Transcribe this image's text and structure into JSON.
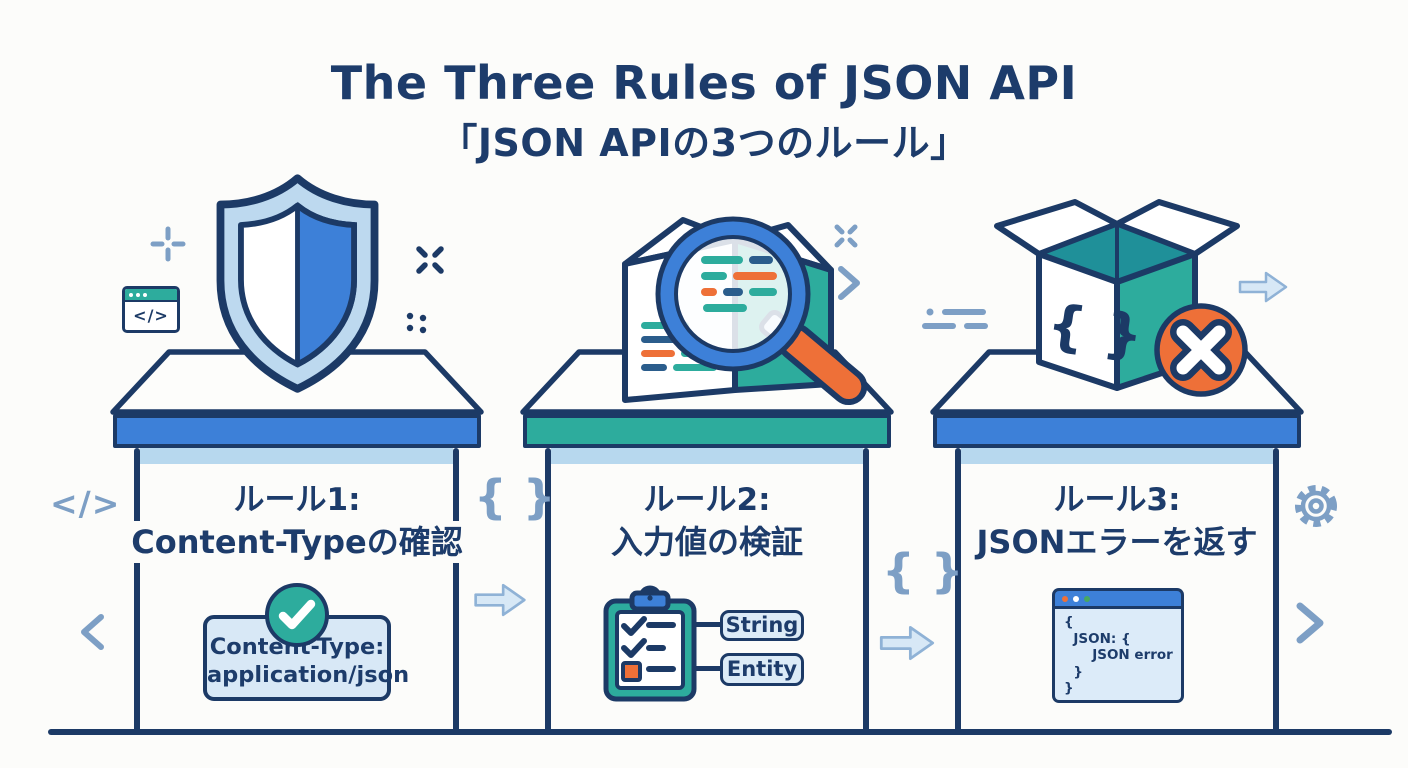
{
  "header": {
    "title": "The Three Rules of JSON API",
    "subtitle": "「JSON APIの3つのルール」"
  },
  "rules": [
    {
      "label": "ルール1:",
      "name": "Content-Typeの確認",
      "accent": "#3d80d8",
      "badge": {
        "line1": "Content-Type:",
        "line2": "application/json"
      }
    },
    {
      "label": "ルール2:",
      "name": "入力値の検証",
      "accent": "#2dac9d",
      "tags": [
        "String",
        "Entity"
      ]
    },
    {
      "label": "ルール3:",
      "name": "JSONエラーを返す",
      "accent": "#3d80d8",
      "box_symbol": "{ }",
      "code": [
        "{",
        "  JSON: {",
        "      JSON error",
        "  }",
        "}"
      ]
    }
  ],
  "decorations": {
    "browser_icon_code": "</>",
    "side_code_tag": "</>",
    "braces": "{ }"
  },
  "palette": {
    "navy": "#1c3a66",
    "blue": "#3d80d8",
    "teal": "#2dac9d",
    "orange": "#ee7038",
    "steel": "#7d9fc5",
    "light_blue": "#b7d8ee"
  }
}
